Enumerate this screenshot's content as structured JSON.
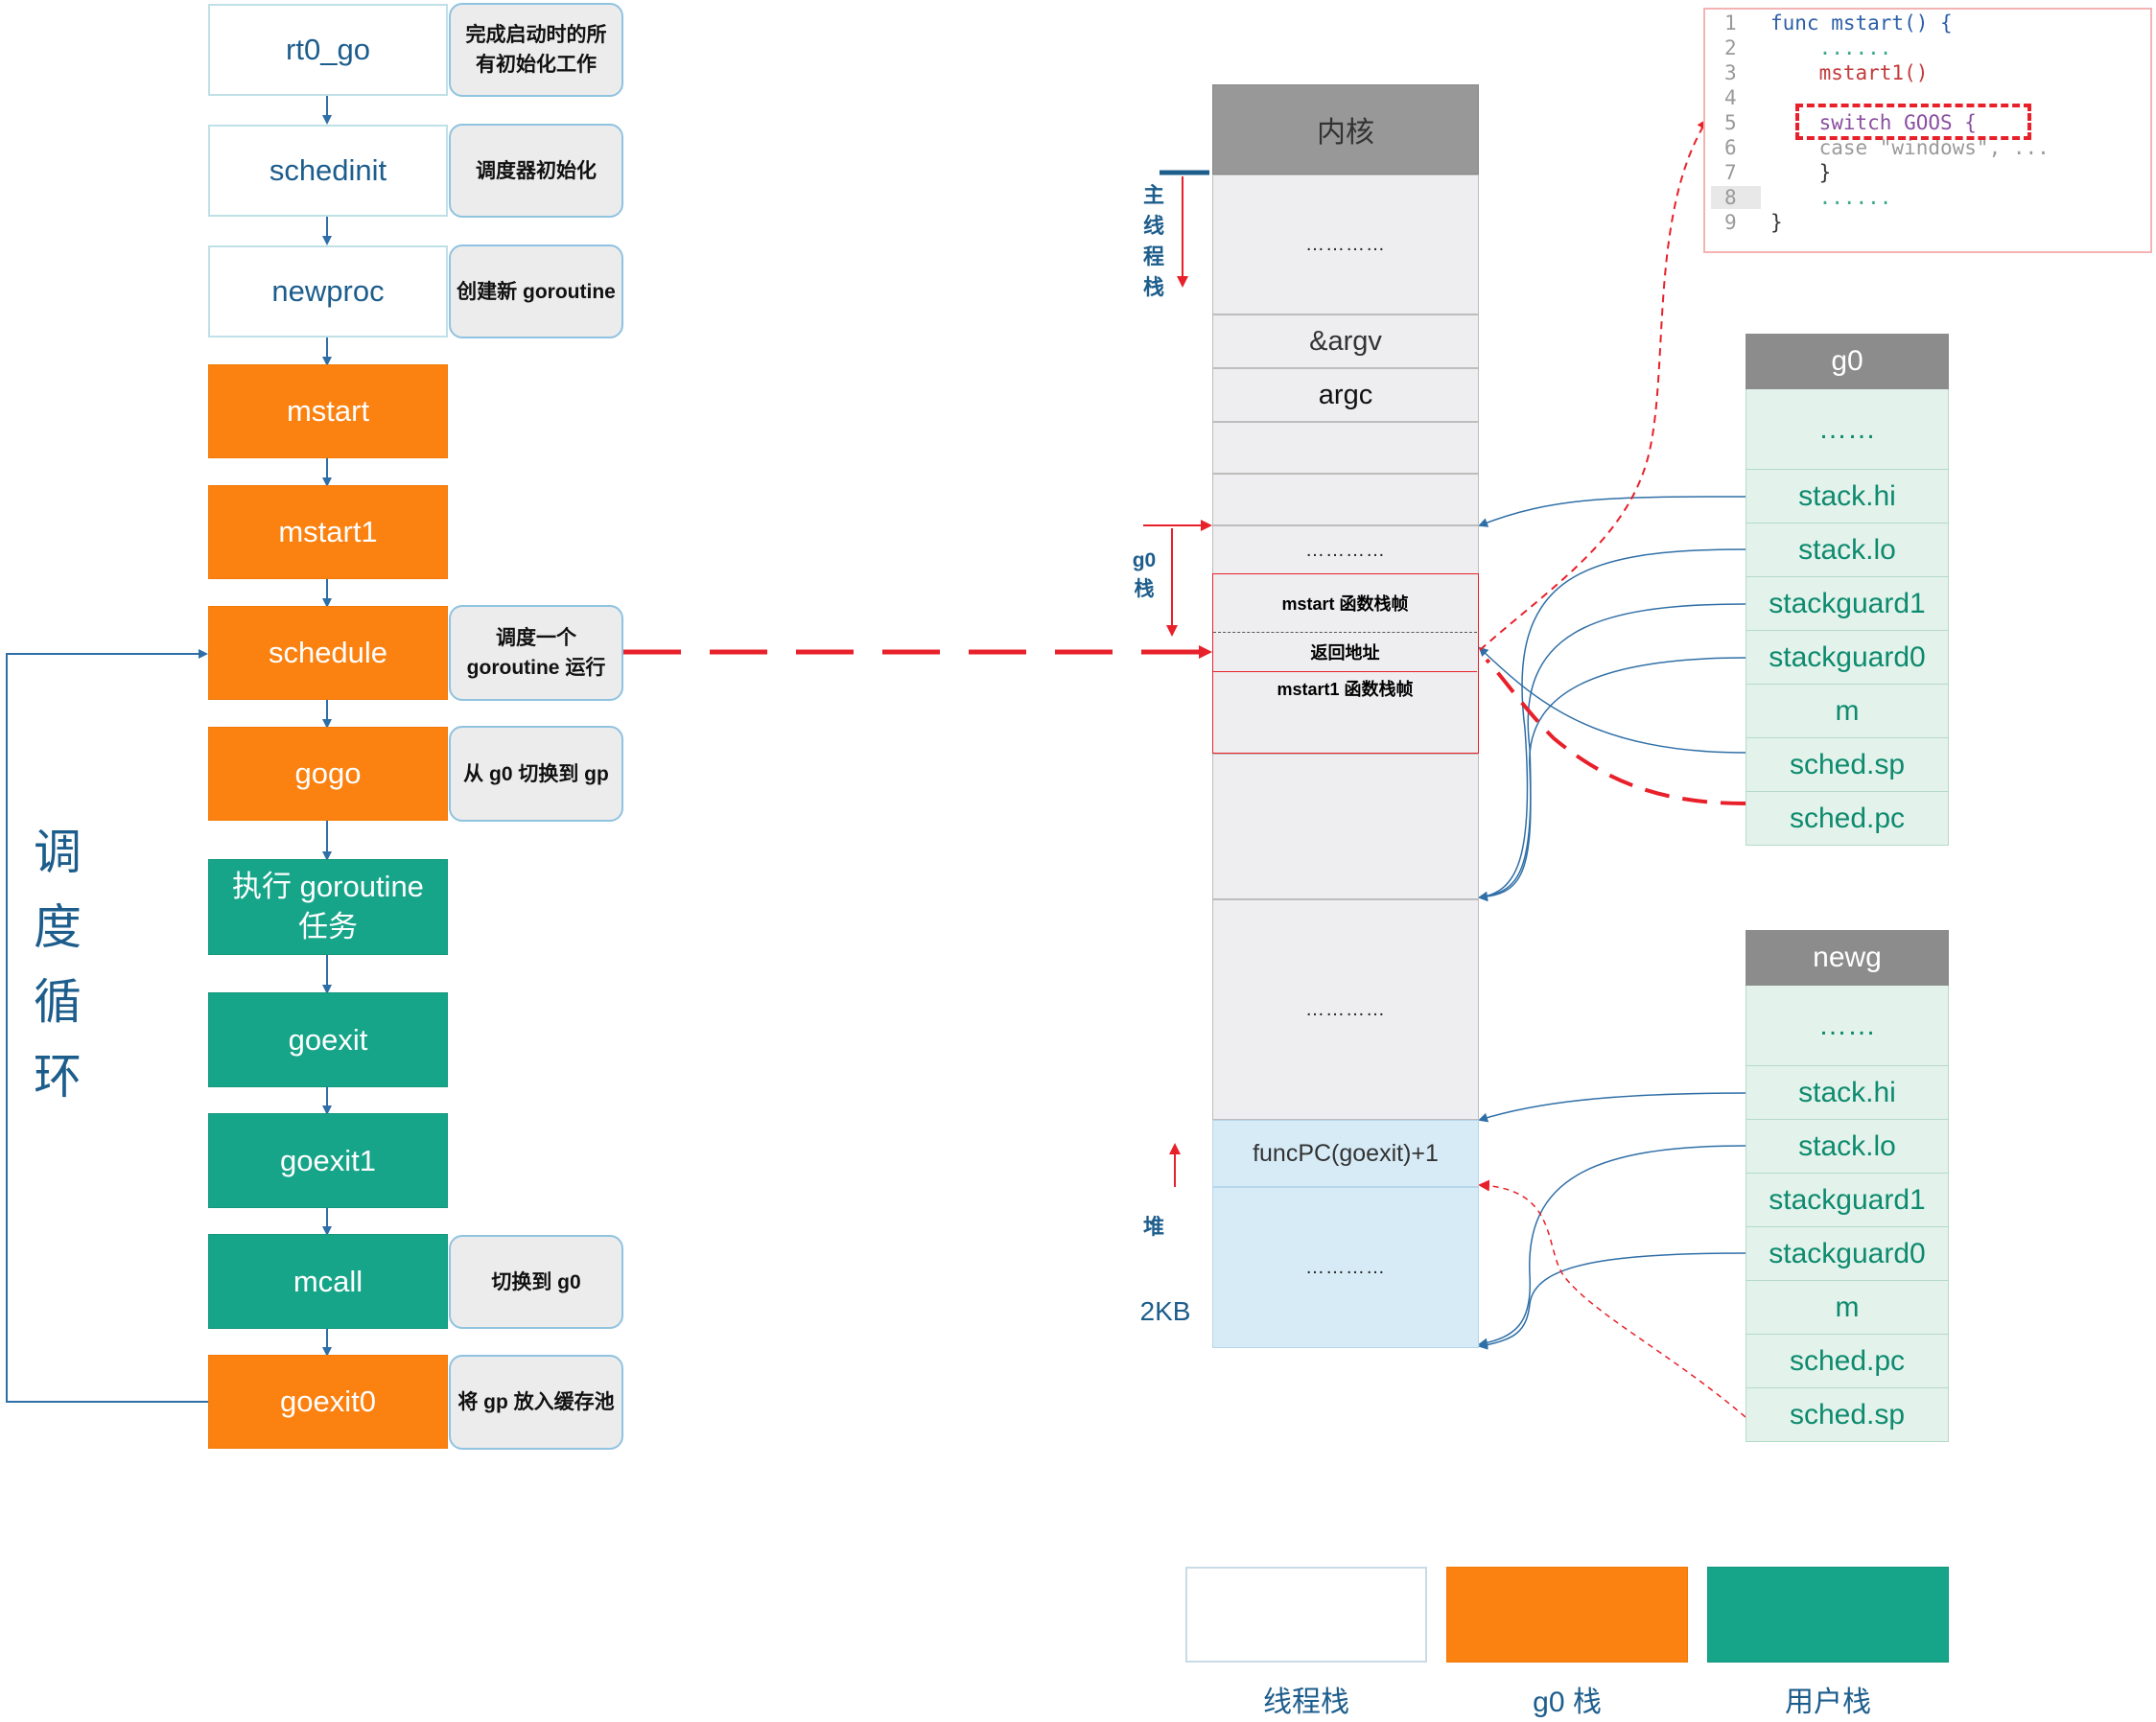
{
  "flow": [
    {
      "label": "rt0_go"
    },
    {
      "label": "schedinit"
    },
    {
      "label": "newproc"
    },
    {
      "label": "mstart"
    },
    {
      "label": "mstart1"
    },
    {
      "label": "schedule"
    },
    {
      "label": "gogo"
    },
    {
      "label": "执行 goroutine 任务"
    },
    {
      "label": "goexit"
    },
    {
      "label": "goexit1"
    },
    {
      "label": "mcall"
    },
    {
      "label": "goexit0"
    }
  ],
  "notes": {
    "rt0_go": "完成启动时的所有初始化工作",
    "schedinit": "调度器初始化",
    "newproc": "创建新 goroutine",
    "schedule": "调度一个 goroutine 运行",
    "gogo": "从 g0 切换到 gp",
    "mcall": "切换到 g0",
    "goexit0": "将 gp 放入缓存池"
  },
  "loop_label": [
    "调",
    "度",
    "循",
    "环"
  ],
  "stack": {
    "kernel": "内核",
    "dots": "…………",
    "argv": "&argv",
    "argc": "argc",
    "mstart_frame": "mstart 函数栈帧",
    "return_addr": "返回地址",
    "mstart1_frame": "mstart1 函数栈帧",
    "funcpc": "funcPC(goexit)+1"
  },
  "side_labels": {
    "main_thread_stack": [
      "主",
      "线",
      "程",
      "栈"
    ],
    "g0_stack": [
      "g0",
      "栈"
    ],
    "heap": "堆",
    "size": "2KB"
  },
  "g0": {
    "title": "g0",
    "rows": [
      "……",
      "stack.hi",
      "stack.lo",
      "stackguard1",
      "stackguard0",
      "m",
      "sched.sp",
      "sched.pc"
    ]
  },
  "newg": {
    "title": "newg",
    "rows": [
      "……",
      "stack.hi",
      "stack.lo",
      "stackguard1",
      "stackguard0",
      "m",
      "sched.pc",
      "sched.sp"
    ]
  },
  "code": {
    "lines": [
      {
        "n": "1",
        "text": "func mstart() {"
      },
      {
        "n": "2",
        "text": "    ......"
      },
      {
        "n": "3",
        "text": "    mstart1()"
      },
      {
        "n": "4",
        "text": ""
      },
      {
        "n": "5",
        "text": "    switch GOOS {"
      },
      {
        "n": "6",
        "text": "    case \"windows\", ..."
      },
      {
        "n": "7",
        "text": "    }"
      },
      {
        "n": "8",
        "text": "    ......"
      },
      {
        "n": "9",
        "text": "}"
      }
    ]
  },
  "legend": [
    {
      "label": "线程栈",
      "color": "#ffffff"
    },
    {
      "label": "g0 栈",
      "color": "#fb8110"
    },
    {
      "label": "用户栈",
      "color": "#17a589"
    }
  ],
  "colors": {
    "orange": "#fb8110",
    "green": "#17a589",
    "blue": "#1d5d8c",
    "red": "#e8202a"
  }
}
